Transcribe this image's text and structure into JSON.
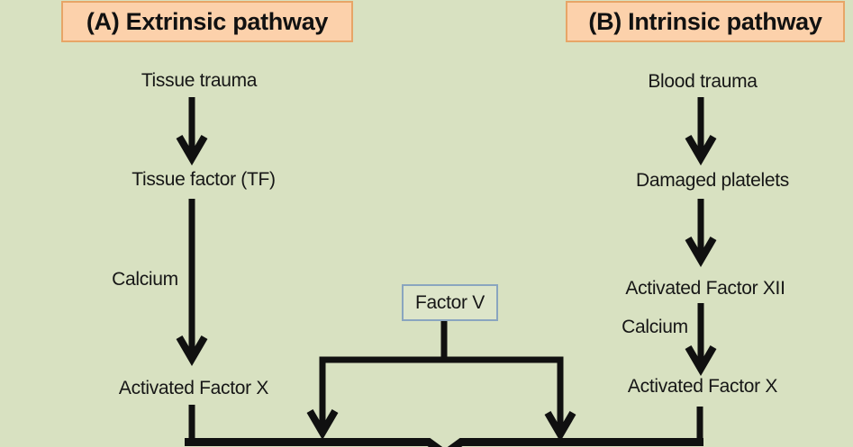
{
  "diagram": {
    "pathways": {
      "extrinsic": {
        "header": "(A) Extrinsic pathway",
        "steps": [
          "Tissue trauma",
          "Tissue factor (TF)",
          "Activated Factor X"
        ],
        "cofactor": "Calcium"
      },
      "intrinsic": {
        "header": "(B) Intrinsic pathway",
        "steps": [
          "Blood trauma",
          "Damaged platelets",
          "Activated Factor XII",
          "Activated Factor X"
        ],
        "cofactor": "Calcium"
      },
      "shared": {
        "factor_box": "Factor V"
      }
    }
  },
  "colors": {
    "bg": "#d8e1c1",
    "line": "#101010",
    "text": "#161616",
    "header_fill": "#fcd1ab",
    "header_border": "#e7a567",
    "factor_border": "#8aa5bf",
    "factor_fill": "#dde5c9"
  }
}
